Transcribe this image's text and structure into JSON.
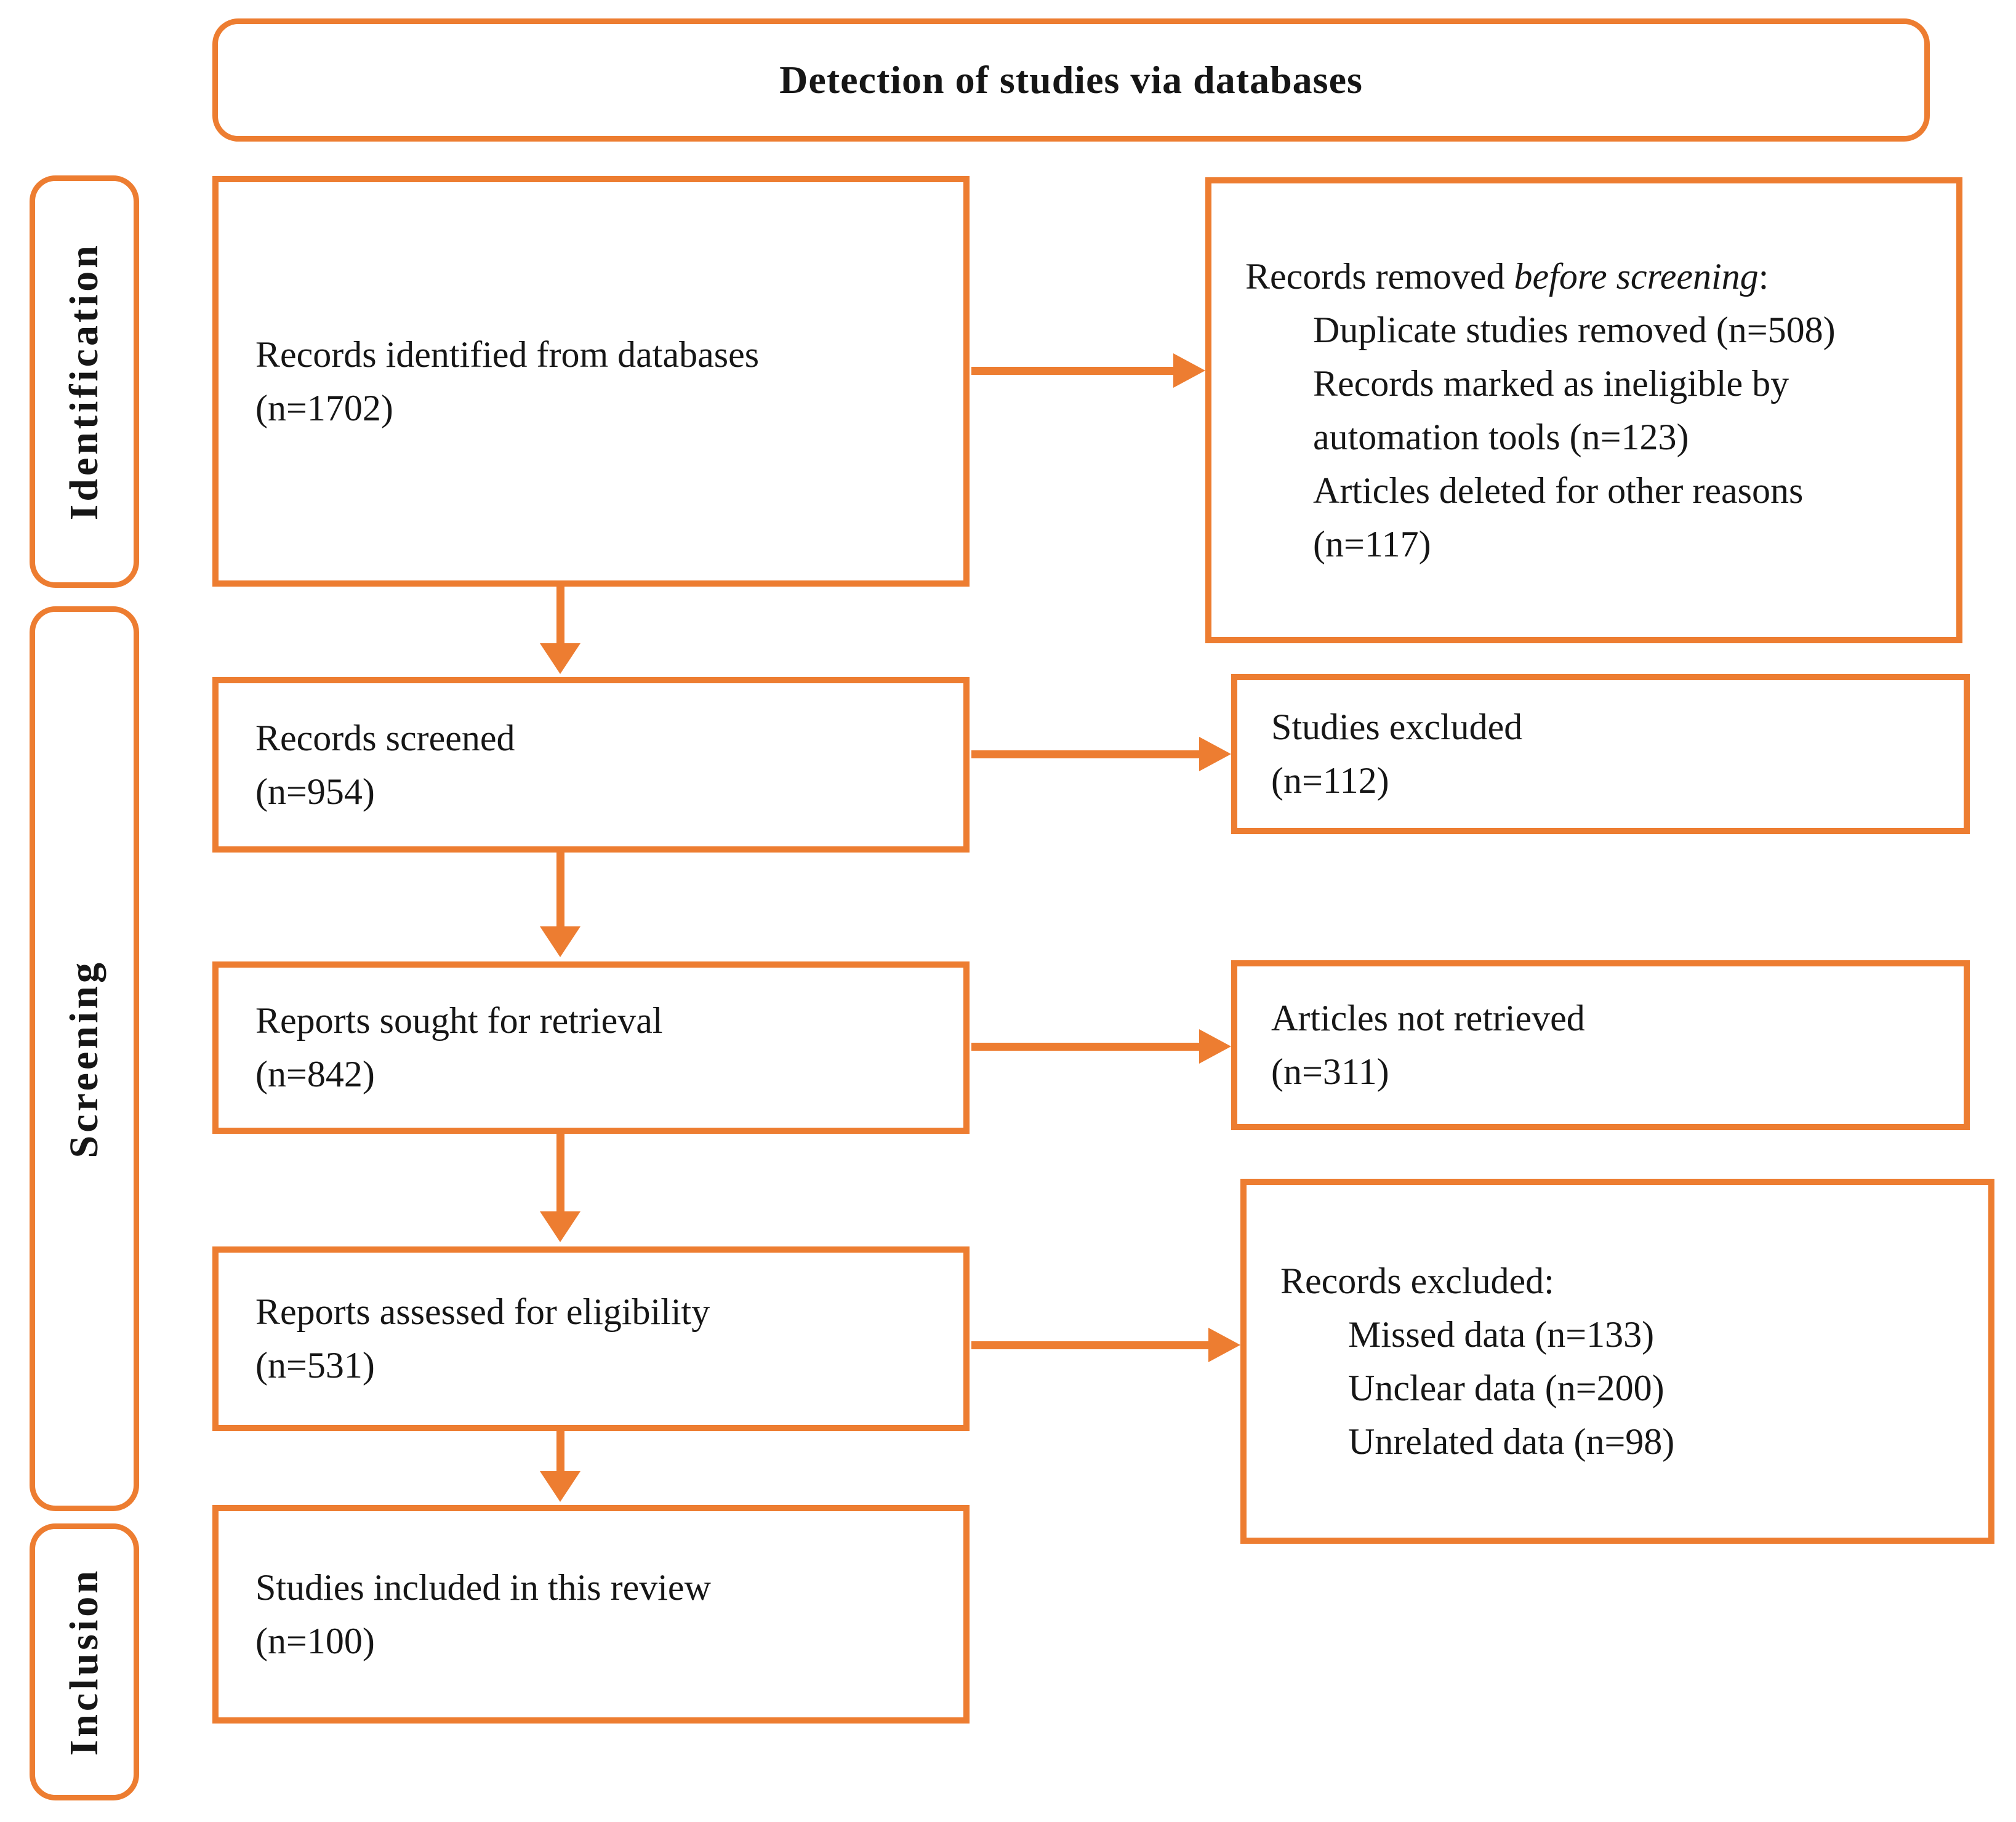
{
  "colors": {
    "accent": "#ED7D31"
  },
  "title": "Detection of studies via databases",
  "sidebar": {
    "identification": "Identification",
    "screening": "Screening",
    "inclusion": "Inclusion"
  },
  "flow": {
    "identified": {
      "label": "Records identified from databases",
      "count": "(n=1702)"
    },
    "screened": {
      "label": "Records screened",
      "count": "(n=954)"
    },
    "sought": {
      "label": "Reports sought for retrieval",
      "count": "(n=842)"
    },
    "assessed": {
      "label": "Reports assessed for eligibility",
      "count": "(n=531)"
    },
    "included": {
      "label": "Studies included in this review",
      "count": "(n=100)"
    }
  },
  "exclusions": {
    "removed_before_screening": {
      "heading_normal": "Records removed ",
      "heading_italic": "before screening",
      "heading_tail": ":",
      "items": [
        "Duplicate studies removed (n=508)",
        "Records marked as ineligible by automation tools (n=123)",
        "Articles deleted for other reasons (n=117)"
      ]
    },
    "studies_excluded": {
      "label": "Studies excluded",
      "count": "(n=112)"
    },
    "not_retrieved": {
      "label": "Articles not retrieved",
      "count": "(n=311)"
    },
    "records_excluded": {
      "heading": "Records excluded:",
      "items": [
        "Missed data (n=133)",
        "Unclear data (n=200)",
        "Unrelated data (n=98)"
      ]
    }
  }
}
